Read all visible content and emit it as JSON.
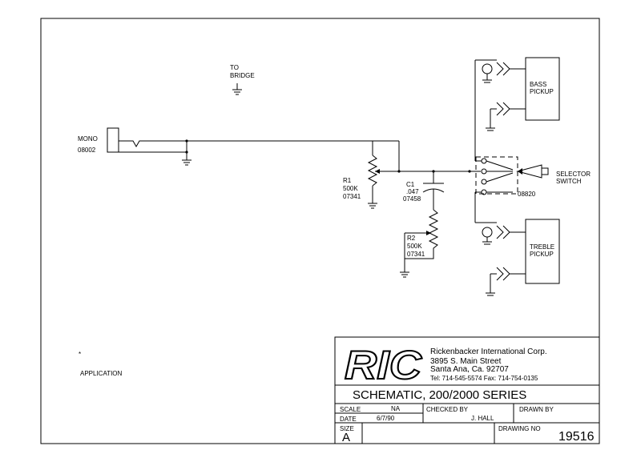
{
  "labels": {
    "to_bridge": [
      "TO",
      "BRIDGE"
    ],
    "mono": "MONO",
    "mono_part": "08002",
    "r1": [
      "R1",
      "500K",
      "07341"
    ],
    "c1": [
      "C1",
      ".047",
      "07458"
    ],
    "r2": [
      "R2",
      "500K",
      "07341"
    ],
    "selector": [
      "SELECTOR",
      "SWITCH"
    ],
    "selector_part": "08820",
    "bass_pickup": [
      "BASS",
      "PICKUP"
    ],
    "treble_pickup": [
      "TREBLE",
      "PICKUP"
    ],
    "note_star": "*",
    "note_application": "APPLICATION"
  },
  "title_block": {
    "logo": "RIC",
    "company": "Rickenbacker International Corp.",
    "address1": "3895 S. Main Street",
    "address2": "Santa Ana, Ca. 92707",
    "phone": "Tel: 714-545-5574  Fax: 714-754-0135",
    "title": "SCHEMATIC, 200/2000 SERIES",
    "scale_label": "SCALE",
    "scale_value": "NA",
    "date_label": "DATE",
    "date_value": "6/7/90",
    "checked_label": "CHECKED BY",
    "checked_value": "J. HALL",
    "drawn_label": "DRAWN BY",
    "size_label": "SIZE",
    "size_value": "A",
    "drawing_no_label": "DRAWING NO",
    "drawing_no_value": "19516"
  }
}
